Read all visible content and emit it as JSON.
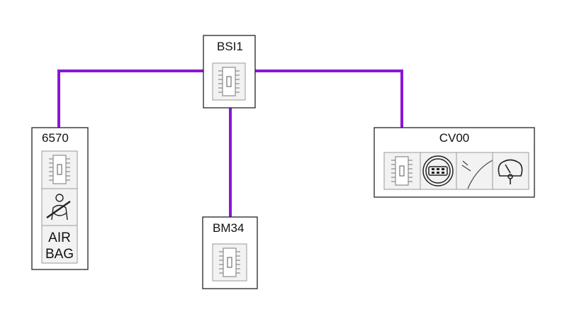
{
  "colors": {
    "wire": "#8a16d8",
    "box_border": "#222222",
    "icon_panel": "#f2f2f2"
  },
  "nodes": {
    "bsi1": {
      "label": "BSI1",
      "icons": [
        "chip-icon"
      ]
    },
    "n6570": {
      "label": "6570",
      "icons": [
        "chip-icon",
        "seatbelt-person-icon"
      ],
      "caption_lines": [
        "AIR",
        "BAG"
      ]
    },
    "bm34": {
      "label": "BM34",
      "icons": [
        "chip-icon"
      ]
    },
    "cv00": {
      "label": "CV00",
      "icons": [
        "chip-icon",
        "steering-wheel-icon",
        "wiper-sweep-icon",
        "dashboard-gauge-icon"
      ]
    }
  },
  "connections": [
    {
      "from": "bsi1",
      "to": "n6570"
    },
    {
      "from": "bsi1",
      "to": "cv00"
    },
    {
      "from": "bsi1",
      "to": "bm34"
    }
  ]
}
